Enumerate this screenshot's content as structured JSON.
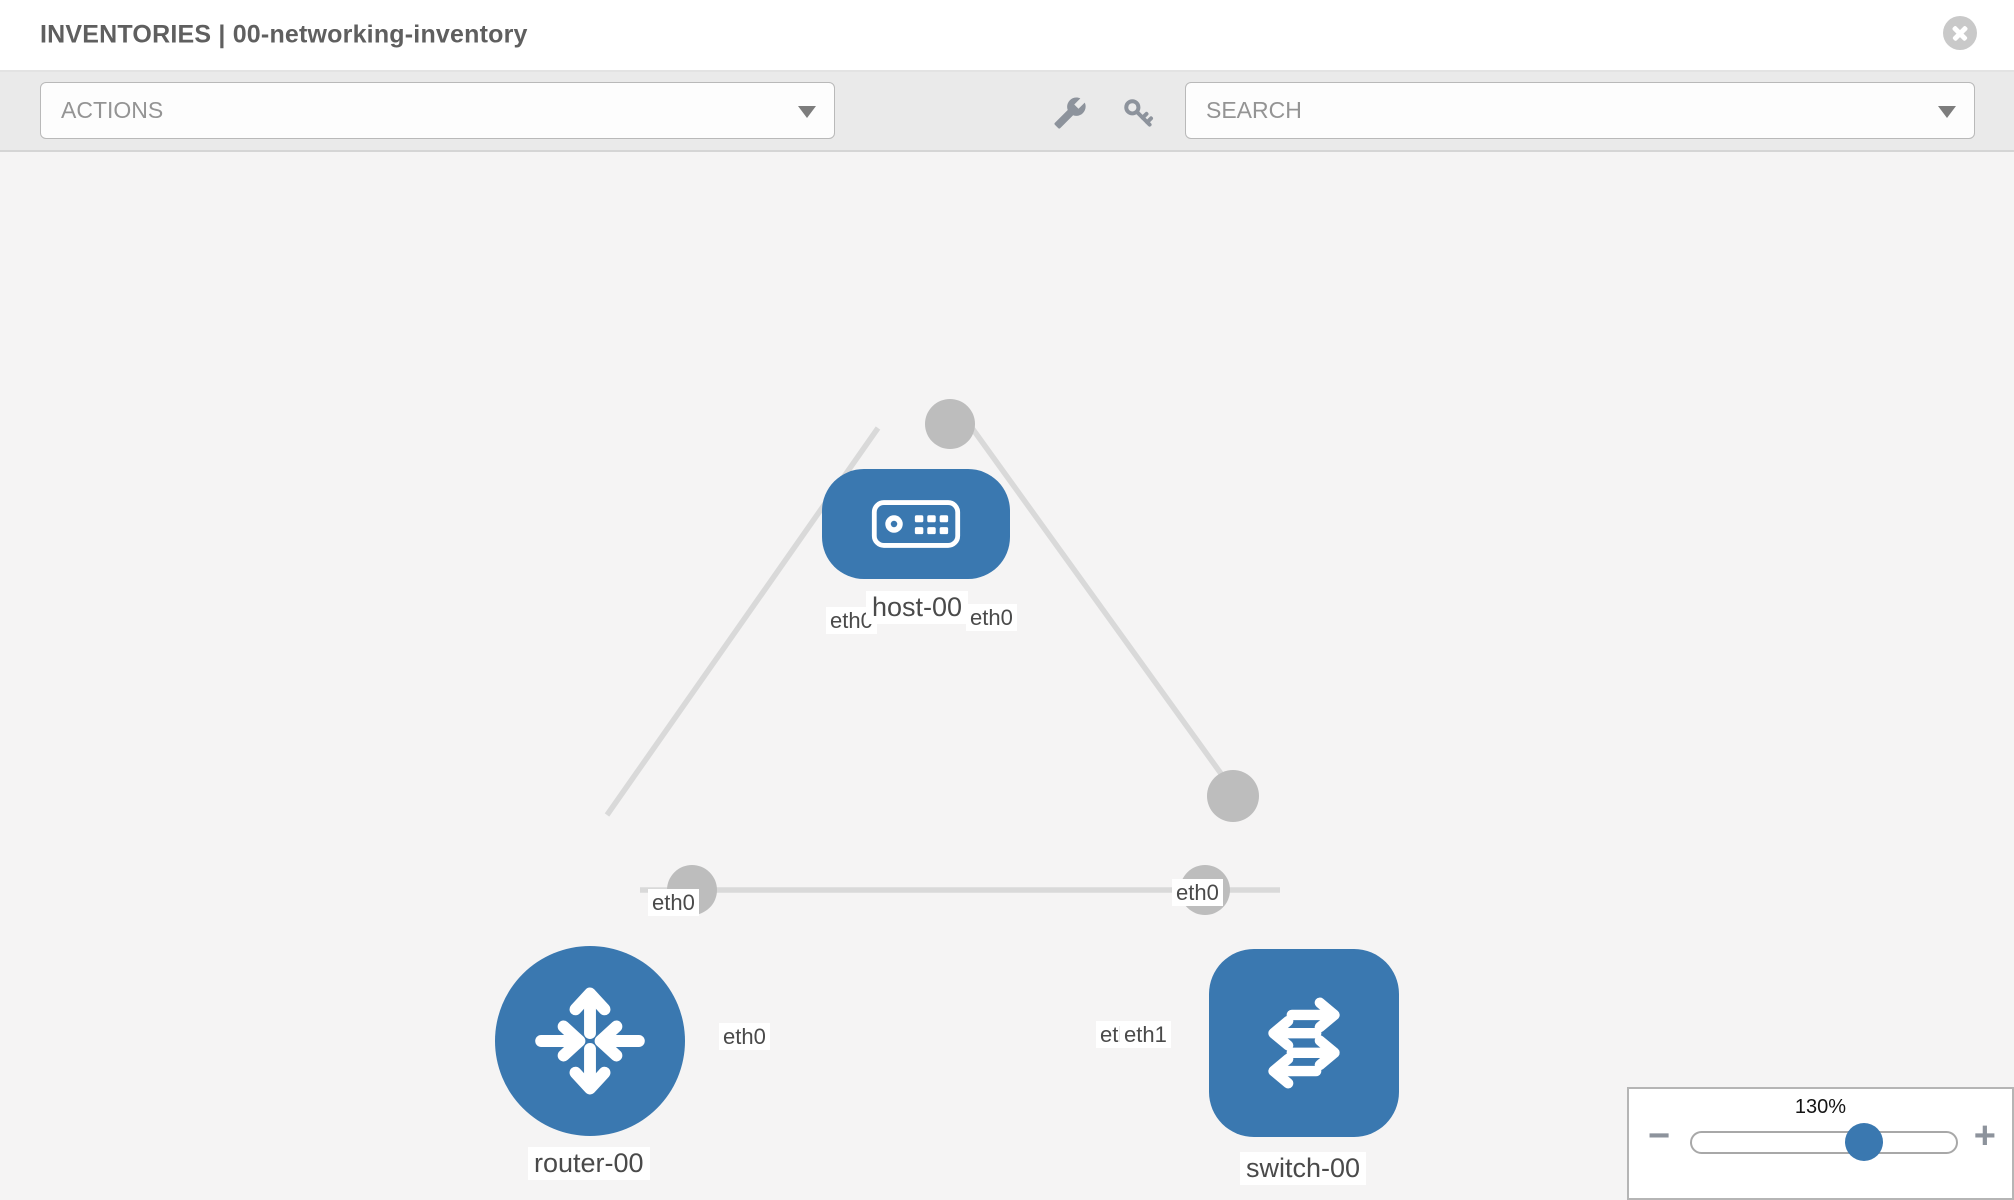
{
  "header": {
    "title": "INVENTORIES | 00-networking-inventory"
  },
  "toolbar": {
    "actions_placeholder": "ACTIONS",
    "search_placeholder": "SEARCH",
    "icons": [
      "wrench-icon",
      "key-icon"
    ]
  },
  "topology": {
    "nodes": [
      {
        "id": "host-00",
        "type": "host",
        "label": "host-00"
      },
      {
        "id": "router-00",
        "type": "router",
        "label": "router-00"
      },
      {
        "id": "switch-00",
        "type": "switch",
        "label": "switch-00"
      }
    ],
    "links": [
      {
        "from": "host-00",
        "from_interface": "eth0",
        "to": "router-00",
        "to_interface": "eth0"
      },
      {
        "from": "host-00",
        "from_interface": "eth0",
        "to": "switch-00",
        "to_interface": "eth0"
      },
      {
        "from": "router-00",
        "from_interface": "eth0",
        "to": "switch-00",
        "to_interface": "eth1"
      }
    ],
    "labels": {
      "host": "host-00",
      "router": "router-00",
      "switch": "switch-00",
      "l1_host_end": "eth0",
      "l1_router_end": "eth0",
      "l2_host_end": "eth0",
      "l2_switch_end": "eth0",
      "l3_router_end": "eth0",
      "l3_switch_end_hidden": "eth0",
      "l3_switch_end": "eth1"
    }
  },
  "zoom_control": {
    "level": "130%",
    "minus_label": "−",
    "plus_label": "+"
  },
  "colors": {
    "node_blue": "#3a78b0",
    "link_gray": "#d9d9d9",
    "port_gray": "#bdbdbd"
  }
}
